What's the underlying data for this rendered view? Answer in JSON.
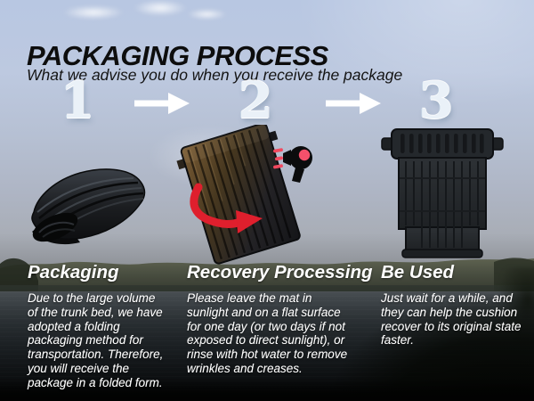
{
  "header": {
    "title": "PACKAGING PROCESS",
    "subtitle": "What we advise you do when you receive the package"
  },
  "steps": [
    {
      "number": "1",
      "heading": "Packaging",
      "body_lines": [
        "Due to the large volume",
        "of the trunk bed, we have",
        "adopted a folding",
        "packaging method for",
        "transportation. Therefore,",
        "you will receive the",
        "package in a folded form."
      ],
      "image": "folded-truck-bed-mat"
    },
    {
      "number": "2",
      "heading": "Recovery Processing",
      "body_lines": [
        "Please leave the mat in",
        "sunlight and on a flat surface",
        "for one day (or two days if not",
        "exposed to direct sunlight), or",
        "rinse with hot water to remove",
        "wrinkles and creases."
      ],
      "image": "unfolding-truck-bed-mat-heated-by-hairdryer"
    },
    {
      "number": "3",
      "heading": "Be Used",
      "body_lines": [
        "Just wait for a  while, and",
        "they can help the cushion",
        "recover to its original state",
        "faster."
      ],
      "image": "flat-truck-bed-mat"
    }
  ],
  "icons": {
    "step_arrow": "right-arrow",
    "hairdryer": "hairdryer-with-heat-lines",
    "unfold_arrow": "curved-red-arrow"
  },
  "colors": {
    "accent_red": "#df1f2d",
    "hairdryer_dot": "#f4506b",
    "title_text": "#0d0d0d",
    "body_text": "#ffffff",
    "step_number_glass": "#e8f0f7",
    "arrow_white": "#ffffff"
  }
}
